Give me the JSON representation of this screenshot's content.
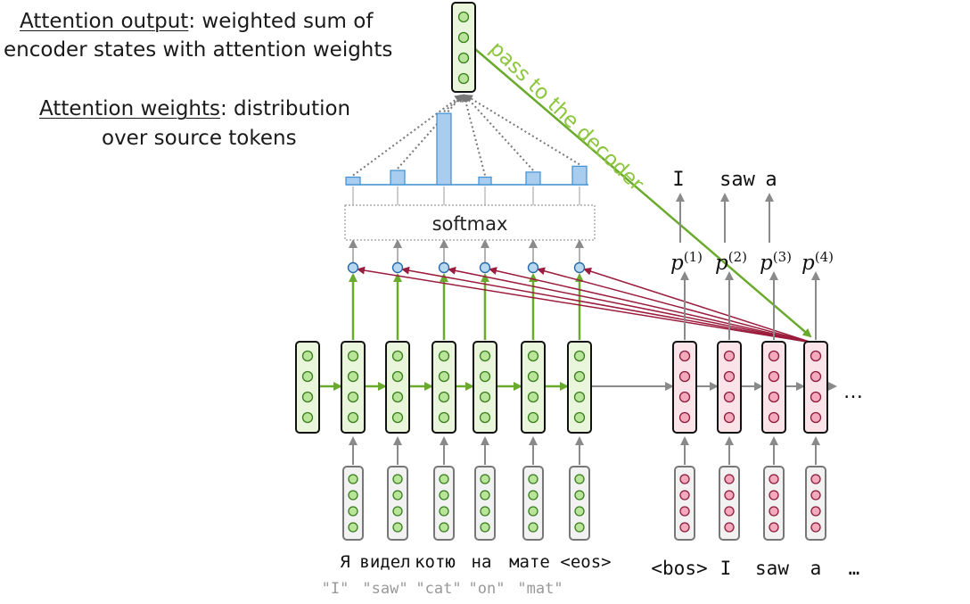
{
  "annotations": {
    "attn_output_term": "Attention output",
    "attn_output_desc1": ": weighted sum of",
    "attn_output_desc2": "encoder states with attention weights",
    "attn_weights_term": "Attention weights",
    "attn_weights_desc1": ": distribution",
    "attn_weights_desc2": "over source tokens",
    "pass_to_decoder": "pass to the decoder"
  },
  "softmax_label": "softmax",
  "attention_weights": [
    0.09,
    0.17,
    0.85,
    0.09,
    0.15,
    0.22
  ],
  "source_tokens": [
    "Я",
    "видел",
    "котю",
    "на",
    "мате",
    "<eos>"
  ],
  "source_translations": [
    "\"I\"",
    "\"saw\"",
    "\"cat\"",
    "\"on\"",
    "\"mat\""
  ],
  "decoder_inputs": [
    "<bos>",
    "I",
    "saw",
    "a",
    "…"
  ],
  "decoder_outputs": [
    "I",
    "saw",
    "a"
  ],
  "prob_labels": [
    "p(1)",
    "p(2)",
    "p(3)",
    "p(4)"
  ],
  "prob_base": "p",
  "prob_superscripts": [
    "(1)",
    "(2)",
    "(3)",
    "(4)"
  ],
  "ellipsis": "…",
  "colors": {
    "encoder_fill": "#eaf6dc",
    "encoder_dot": "#b9e59a",
    "encoder_dot_stroke": "#3a7d1e",
    "decoder_fill": "#fbe3ea",
    "decoder_dot": "#f4a9bd",
    "decoder_dot_stroke": "#8b1b3b",
    "green_arrow": "#6aaa2c",
    "score_arrow": "#9b1c3c",
    "score_node": "#b8d8f0",
    "bar_fill": "#a9cdee",
    "bar_stroke": "#3f8fd2",
    "grey_arrow": "#8a8a8a",
    "dotted": "#777777",
    "pass_text": "#8cc63f"
  }
}
